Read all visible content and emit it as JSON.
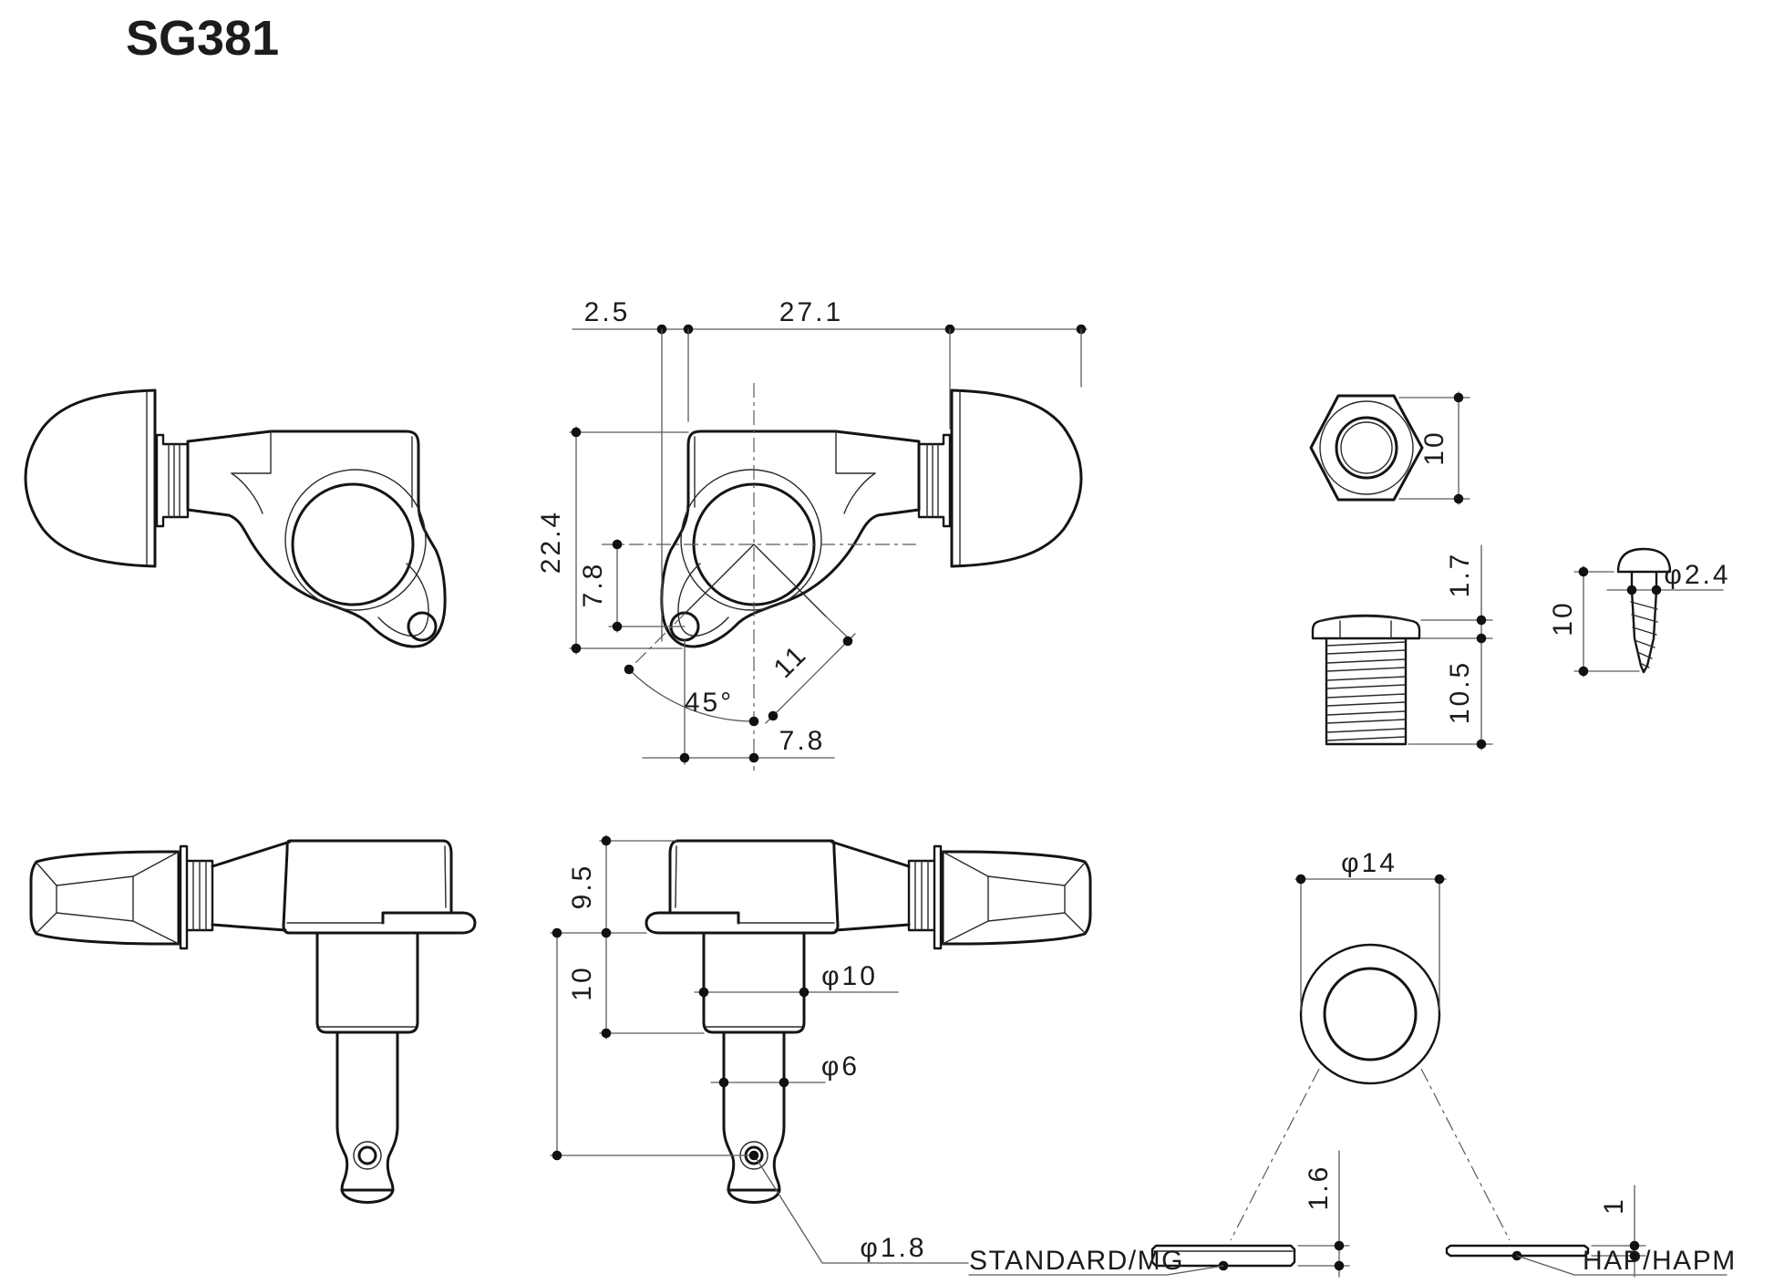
{
  "title": "SG381",
  "front_view": {
    "edge_offset": "2.5",
    "body_width": "27.1",
    "body_height": "22.4",
    "screw_hole_drop": "7.8",
    "screw_angle": "45°",
    "diagonal": "11",
    "screw_hole_offset": "7.8"
  },
  "nut_view": {
    "across_flats": "10"
  },
  "bushing_view": {
    "head_height": "1.7",
    "thread_length": "10.5"
  },
  "screw_view": {
    "diameter": "φ2.4",
    "length": "10"
  },
  "side_view": {
    "body_height": "9.5",
    "post_length": "10",
    "post_diameter": "φ10",
    "shaft_diameter": "φ6",
    "string_hole_diameter": "φ1.8"
  },
  "washer_view": {
    "diameter": "φ14",
    "thickness_standard": "1.6",
    "thickness_hap": "1",
    "label_standard": "STANDARD/MG",
    "label_hap": "HAP/HAPM"
  }
}
